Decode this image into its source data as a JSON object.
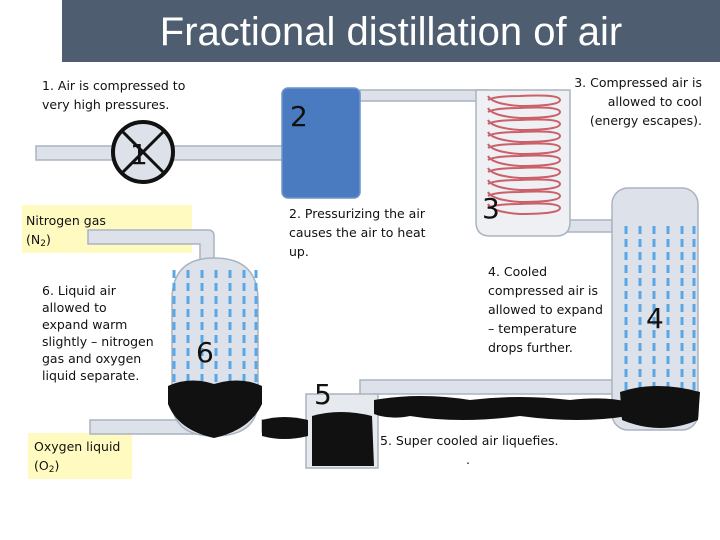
{
  "title": "Fractional distillation of air",
  "steps": {
    "s1": {
      "number": "1",
      "text": "1.  Air is compressed to very high pressures."
    },
    "s2": {
      "number": "2",
      "text": "2.  Pressurizing the air causes the air to heat up."
    },
    "s3": {
      "number": "3",
      "text": "3.  Compressed air is allowed to cool (energy escapes)."
    },
    "s4": {
      "number": "4",
      "text": "4.  Cooled compressed air is allowed to expand – temperature drops further."
    },
    "s5": {
      "number": "5",
      "text": "5. Super cooled air liquefies.",
      "trailing": "."
    },
    "s6": {
      "number": "6",
      "text": "6.  Liquid air allowed to expand warm slightly – nitrogen gas and oxygen liquid separate."
    }
  },
  "outputs": {
    "nitrogen": {
      "name": "Nitrogen gas",
      "formula_pre": "(N",
      "formula_sub": "2",
      "formula_post": ")"
    },
    "oxygen": {
      "name": "Oxygen liquid",
      "formula_pre": "(O",
      "formula_sub": "2",
      "formula_post": ")"
    }
  },
  "colors": {
    "title_bar": "#4e5d70",
    "tank": "#4a7bc0",
    "pipe_fill": "#dde2ea",
    "pipe_stroke": "#aab3c0",
    "coil": "#c9606a",
    "cold_lines": "#5aa7e6",
    "liquid": "#111111",
    "label_bg": "#fffbc0"
  }
}
